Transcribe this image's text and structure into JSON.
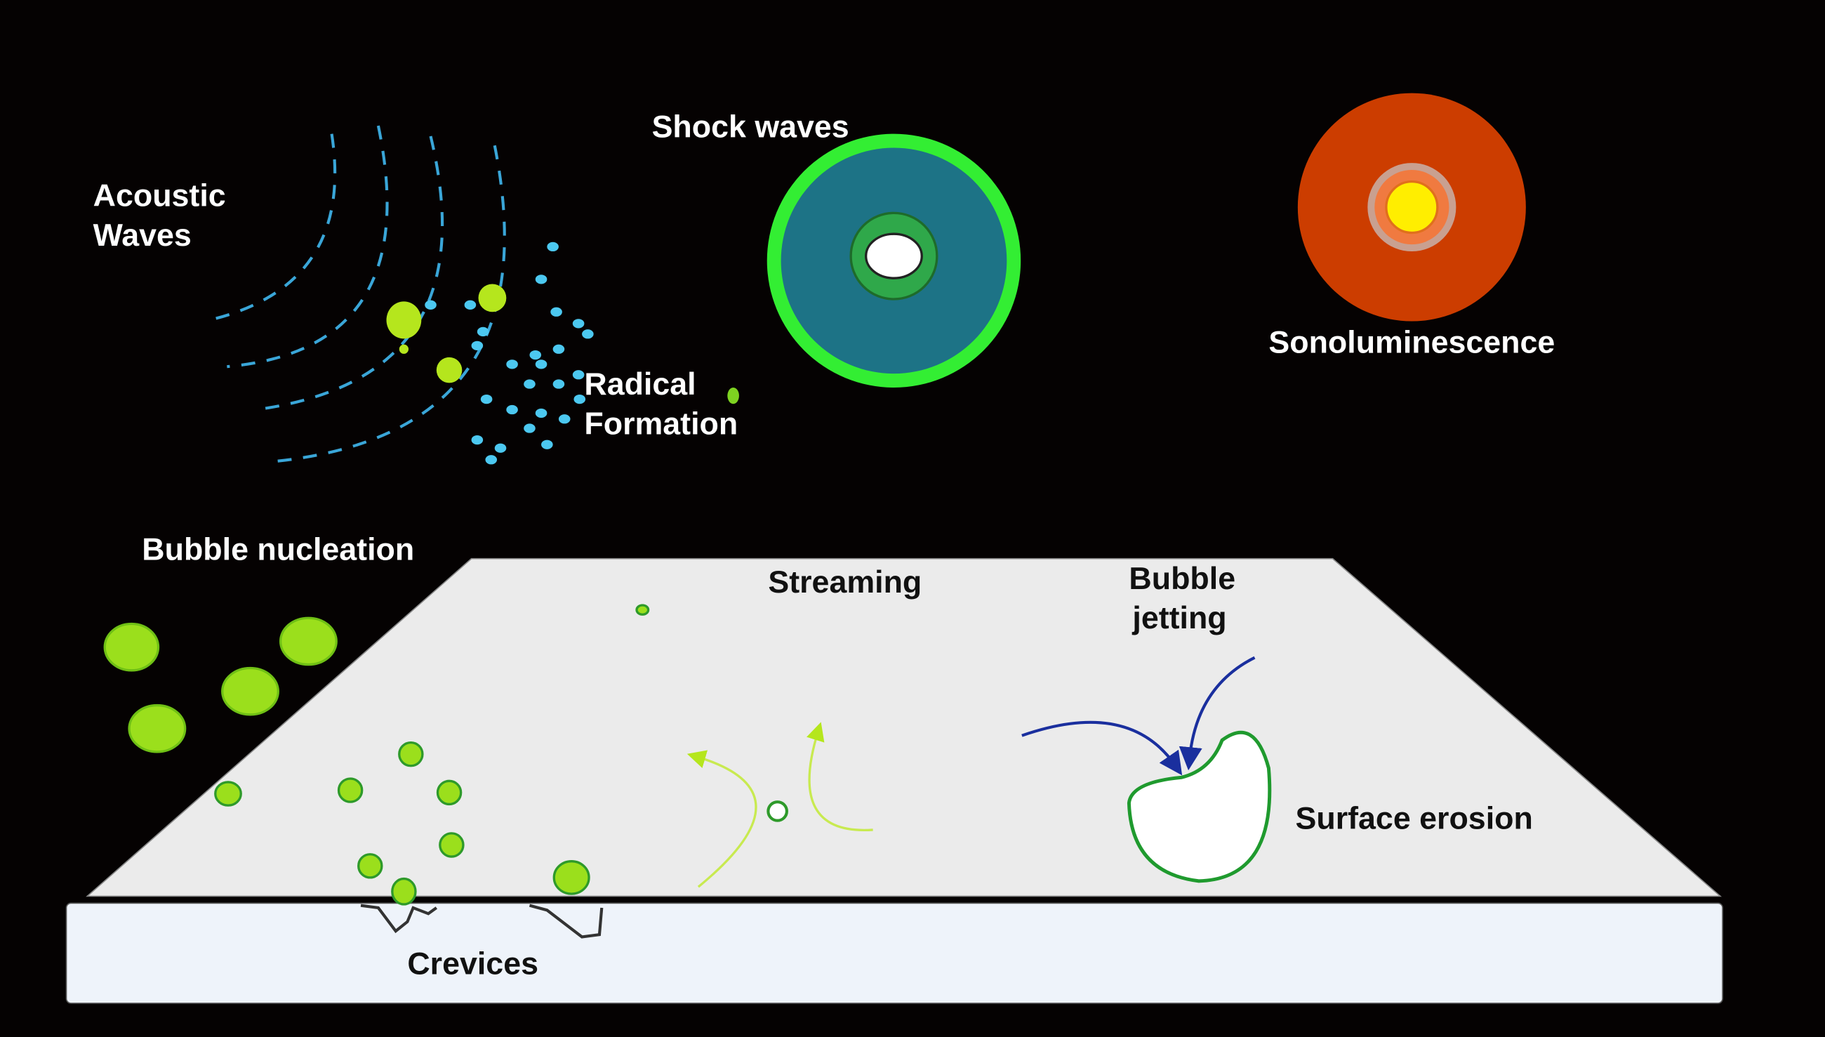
{
  "labels": {
    "acoustic_waves_line1": "Acoustic",
    "acoustic_waves_line2": "Waves",
    "shock_waves": "Shock waves",
    "sonoluminescence": "Sonoluminescence",
    "radical_formation_line1": "Radical",
    "radical_formation_line2": "Formation",
    "bubble_nucleation": "Bubble nucleation",
    "streaming": "Streaming",
    "bubble_jetting_line1": "Bubble",
    "bubble_jetting_line2": "jetting",
    "surface_erosion": "Surface erosion",
    "crevices": "Crevices"
  },
  "colors": {
    "background": "#000000",
    "acoustic_wave": "#3aa6d8",
    "radical_dot": "#4cc8f0",
    "bubble": "#9bdf1c",
    "bubble_outline": "#2e9a2a",
    "shock_outer": "#33ee33",
    "shock_inner": "#1d7386",
    "sono_outer": "#cc3d00",
    "sono_core": "#ffee00",
    "surface": "#ebebeb",
    "base": "#eef3fa",
    "jet_arrow": "#1a2f9e",
    "stream_arrow": "#b5e61d"
  }
}
